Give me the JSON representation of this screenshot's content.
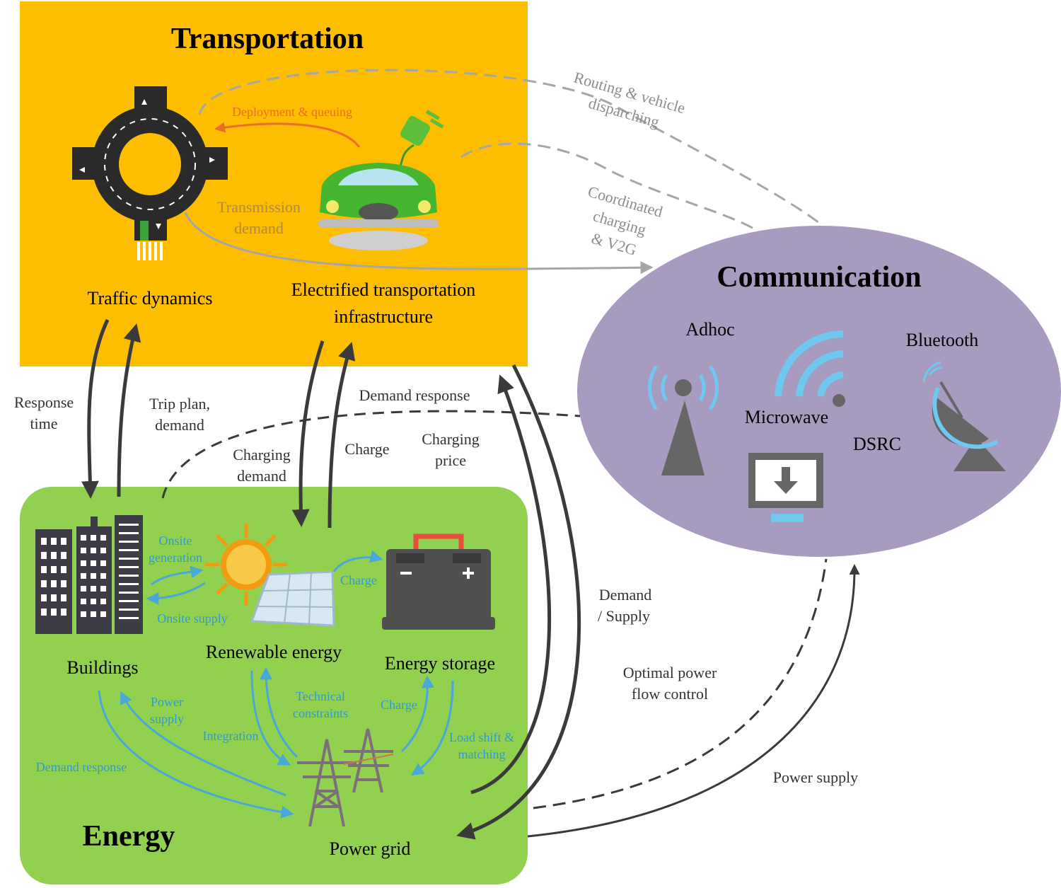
{
  "regions": {
    "transportation": "Transportation",
    "communication": "Communication",
    "energy": "Energy"
  },
  "nodes": {
    "traffic_dynamics": "Traffic dynamics",
    "ev_infra_line1": "Electrified transportation",
    "ev_infra_line2": "infrastructure",
    "buildings": "Buildings",
    "renewable_energy": "Renewable energy",
    "energy_storage": "Energy storage",
    "power_grid": "Power grid"
  },
  "comm_tech": {
    "adhoc": "Adhoc",
    "microwave": "Microwave",
    "bluetooth": "Bluetooth",
    "dsrc": "DSRC"
  },
  "labels": {
    "deployment_queuing": "Deployment & queuing",
    "transmission_demand_1": "Transmission",
    "transmission_demand_2": "demand",
    "routing_1": "Routing & vehicle",
    "routing_2": "disparching",
    "coordinated_1": "Coordinated",
    "coordinated_2": "charging",
    "coordinated_3": "& V2G",
    "response_time_1": "Response",
    "response_time_2": "time",
    "trip_plan_1": "Trip plan,",
    "trip_plan_2": "demand",
    "demand_response_top": "Demand response",
    "charging_demand_1": "Charging",
    "charging_demand_2": "demand",
    "charge_mid": "Charge",
    "charging_price_1": "Charging",
    "charging_price_2": "price",
    "demand_supply_1": "Demand",
    "demand_supply_2": "/ Supply",
    "optimal_power_1": "Optimal power",
    "optimal_power_2": "flow control",
    "power_supply_right": "Power supply",
    "onsite_generation_1": "Onsite",
    "onsite_generation_2": "generation",
    "onsite_supply": "Onsite supply",
    "charge_storage": "Charge",
    "power_supply_1": "Power",
    "power_supply_2": "supply",
    "technical_1": "Technical",
    "technical_2": "constraints",
    "integration": "Integration",
    "charge_grid": "Charge",
    "load_shift_1": "Load shift &",
    "load_shift_2": "matching",
    "demand_response_energy": "Demand response"
  },
  "colors": {
    "transportation_bg": "#fdbd00",
    "communication_bg": "#a89bc0",
    "energy_bg": "#92d050",
    "dark_arrow": "#3a3a3a",
    "gray_arrow": "#a6a6a6",
    "orange_arrow": "#e8702a",
    "blue_arrow": "#4aa8d8"
  }
}
